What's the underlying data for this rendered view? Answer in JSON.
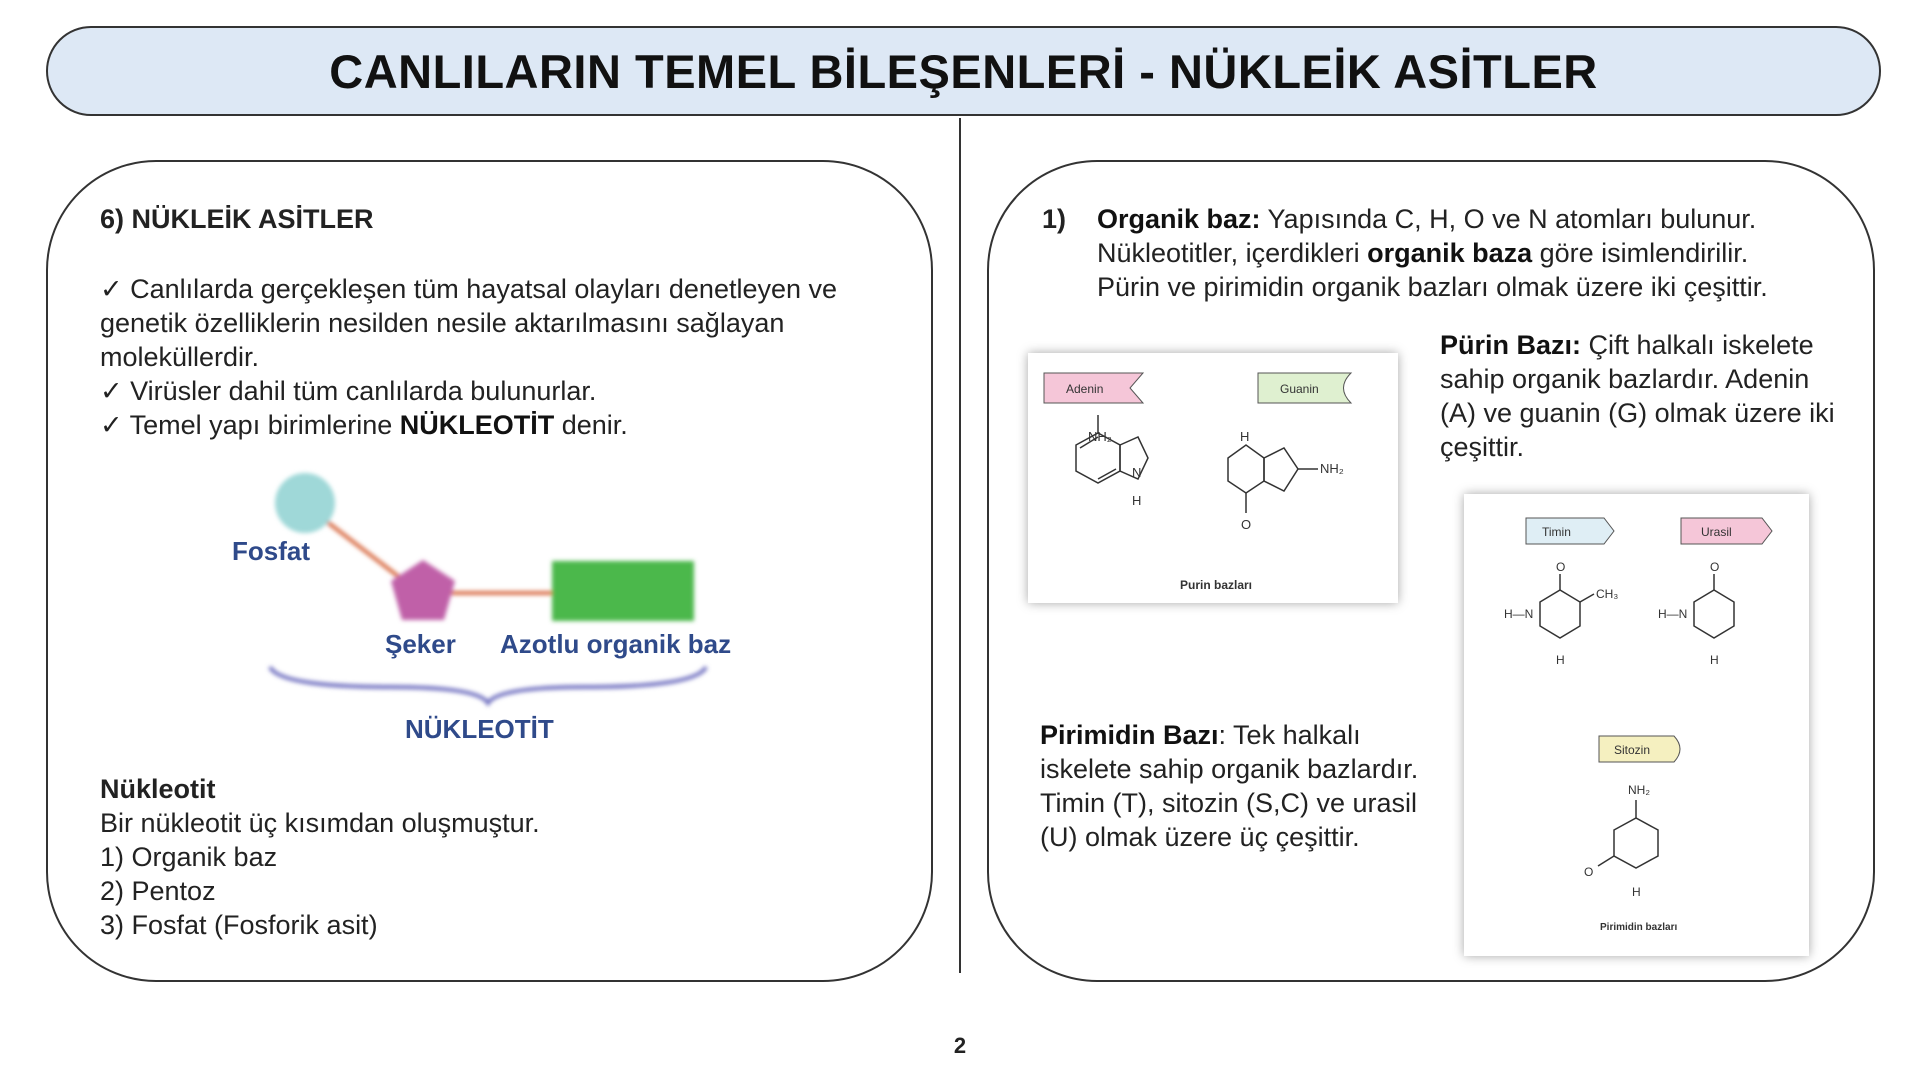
{
  "header": {
    "title": "CANLILARIN TEMEL BİLEŞENLERİ - NÜKLEİK ASİTLER"
  },
  "left": {
    "section_title": "6) NÜKLEİK ASİTLER",
    "bullet1": "✓ Canlılarda gerçekleşen tüm hayatsal olayları denetleyen ve genetik özelliklerin nesilden nesile aktarılmasını sağlayan moleküllerdir.",
    "bullet2": "✓ Virüsler dahil tüm canlılarda bulunurlar.",
    "bullet3_prefix": "✓ Temel yapı birimlerine ",
    "bullet3_bold": "NÜKLEOTİT",
    "bullet3_suffix": " denir.",
    "diagram": {
      "fosfat": "Fosfat",
      "seker": "Şeker",
      "baz": "Azotlu organik baz",
      "nukleotit": "NÜKLEOTİT"
    },
    "nukleotit_title": "Nükleotit",
    "nukleotit_intro": "Bir nükleotit üç kısımdan oluşmuştur.",
    "parts": [
      "1) Organik baz",
      "2) Pentoz",
      "3) Fosfat (Fosforik asit)"
    ]
  },
  "right": {
    "organik_num": "1)",
    "organik_title": "Organik baz:",
    "organik_text1": " Yapısında C, H, O ve N atomları bulunur.",
    "organik_text2a": "Nükleotitler, içerdikleri ",
    "organik_text2b": "organik baza",
    "organik_text2c": " göre isimlendirilir.",
    "organik_text3": "Pürin ve pirimidin organik bazları olmak üzere iki çeşittir.",
    "purin_title": "Pürin Bazı:",
    "purin_text": " Çift halkalı iskelete sahip organik bazlardır. Adenin (A) ve guanin (G) olmak üzere iki çeşittir.",
    "pirimidin_title": "Pirimidin Bazı",
    "pirimidin_text": ": Tek halkalı iskelete sahip organik bazlardır. Timin (T), sitozin (S,C) ve urasil (U) olmak üzere üç çeşittir.",
    "fig_purin": {
      "adenin": "Adenin",
      "guanin": "Guanin",
      "caption": "Purin bazları",
      "nh2": "NH₂",
      "n": "N",
      "h": "H",
      "o": "O"
    },
    "fig_pirim": {
      "timin": "Timin",
      "urasil": "Urasil",
      "sitozin": "Sitozin",
      "caption": "Pirimidin bazları",
      "ch3": "CH₃",
      "nh2": "NH₂",
      "n": "N",
      "h": "H",
      "o": "O",
      "hn": "H—N"
    }
  },
  "footer": {
    "page": "2"
  },
  "colors": {
    "title_bg": "#dde8f5",
    "fosfat": "#9fd8d8",
    "seker": "#c060a8",
    "baz": "#4cb84c",
    "label_blue": "#2f4a8a",
    "adenin_tag": "#f5c6d8",
    "guanin_tag": "#dff0d0",
    "timin_tag": "#dfeef5",
    "urasil_tag": "#f5c6d8",
    "sitozin_tag": "#f5f0c0"
  }
}
